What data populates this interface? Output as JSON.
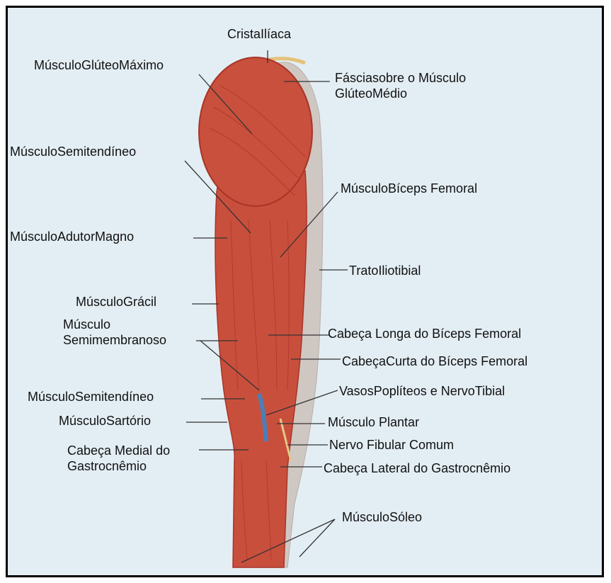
{
  "colors": {
    "background": "#e3eef4",
    "border": "#000000",
    "muscle": "#c94f3d",
    "muscle_dark": "#a83428",
    "fascia": "#cfc7c2",
    "vessel": "#4a7fb8",
    "text": "#111111"
  },
  "labels": {
    "crista_iliaca": "CristaIlíaca",
    "gluteo_maximo": "MúsculoGlúteoMáximo",
    "fascia_gluteo_medio": "Fásciasobre o Músculo GlúteoMédio",
    "semitendineo_top": "MúsculoSemitendíneo",
    "biceps_femoral": "MúsculoBíceps Femoral",
    "adutor_magno": "MúsculoAdutorMagno",
    "trato_iliotibial": "TratoIliotibial",
    "gracil": "MúsculoGrácil",
    "semimembranoso": "Músculo Semimembranoso",
    "cabeca_longa": "Cabeça Longa do Bíceps Femoral",
    "cabeca_curta": "CabeçaCurta do Bíceps Femoral",
    "vasos_popliteos": "VasosPoplíteos e NervoTibial",
    "semitendineo_bottom": "MúsculoSemitendíneo",
    "plantar": "Músculo Plantar",
    "sartorio": "MúsculoSartório",
    "nervo_fibular": "Nervo Fibular Comum",
    "cabeca_medial": "Cabeça Medial do Gastrocnêmio",
    "cabeca_lateral": "Cabeça Lateral do Gastrocnêmio",
    "soleo": "MúsculoSóleo"
  }
}
